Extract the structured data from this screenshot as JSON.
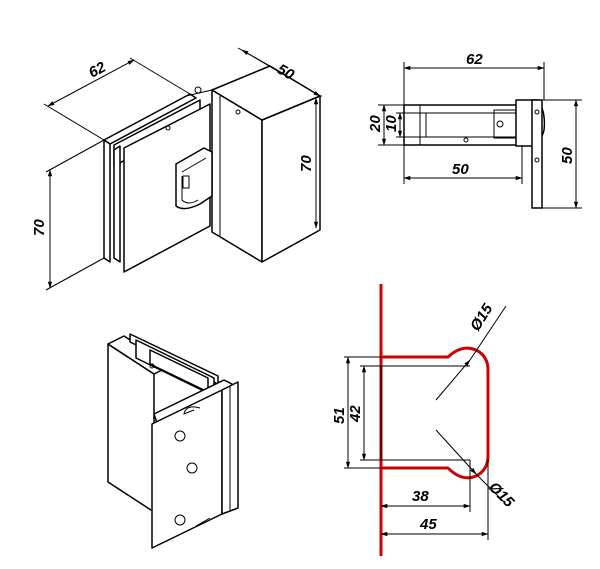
{
  "views": {
    "iso_top": {
      "width_label": "62",
      "depth_label": "50",
      "height_left_label": "70",
      "height_right_label": "70"
    },
    "top_view": {
      "overall_width": "62",
      "inner_width": "50",
      "outer_thickness": "20",
      "inner_thickness": "10",
      "depth": "50"
    },
    "iso_bottom": {},
    "section": {
      "outer_height": "51",
      "inner_height": "42",
      "top_radius": "Ø15",
      "bottom_radius": "Ø15",
      "inner_depth": "38",
      "outer_depth": "45"
    }
  },
  "colors": {
    "outline": "#000000",
    "profile": "#d00000"
  }
}
